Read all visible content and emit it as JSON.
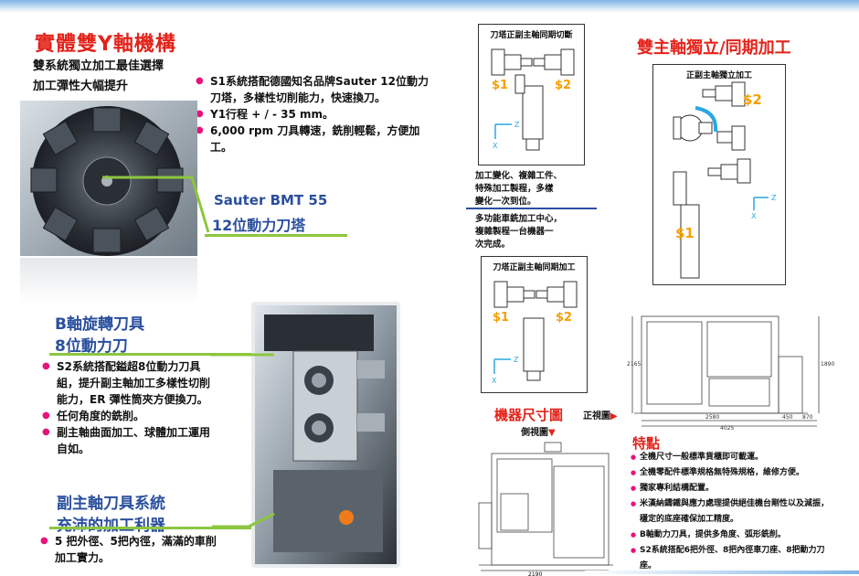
{
  "left": {
    "title": "實體雙Y軸機構",
    "subtitle_lines": [
      "雙系統獨立加工最佳選擇",
      "加工彈性大幅提升"
    ],
    "bullets": [
      "S1系統搭配德國知名品牌Sauter 12位動力刀塔，多樣性切削能力，快速換刀。",
      "Y1行程 + / - 35 mm。",
      "6,000 rpm 刀具轉速，銑削輕鬆，方便加工。"
    ],
    "turret_caption_line1": "Sauter BMT 55",
    "turret_caption_line2": "12位動力刀塔",
    "b_axis_title_line1": "B軸旋轉刀具",
    "b_axis_title_line2": "8位動力刀",
    "b_axis_bullets": [
      "S2系統搭配鎰超8位動力刀具組，提升副主軸加工多樣性切削能力，ER 彈性筒夾方便換刀。",
      "任何角度的銑削。",
      "副主軸曲面加工、球體加工運用自如。"
    ],
    "sub_spindle_title_line1": "副主軸刀具系統",
    "sub_spindle_title_line2": "充沛的加工利器",
    "sub_spindle_bullets": [
      "5 把外徑、5把內徑，滿滿的車削加工實力。"
    ]
  },
  "middle": {
    "box1_caption": "刀塔正副主軸同期切斷",
    "box2_caption": "刀塔正副主軸同期加工",
    "s1": "$1",
    "s2": "$2",
    "axis_z": "Z",
    "axis_x": "X",
    "text1": [
      "加工變化、複雜工件、",
      "特殊加工製程，多樣",
      "變化一次到位。"
    ],
    "text2": [
      "多功能車銑加工中心，",
      "複雜製程一台機器一",
      "次完成。"
    ],
    "dimension_title": "機器尺寸圖",
    "side_view": "側視圖",
    "front_view": "正視圖",
    "side_dim": "2190"
  },
  "right": {
    "title": "雙主軸獨立/同期加工",
    "box_caption": "正副主軸獨立加工",
    "front_dims": [
      "2580",
      "450",
      "870",
      "4025",
      "2165",
      "1890"
    ],
    "features_title": "特點",
    "features": [
      "全機尺寸一般標準貨櫃即可載運。",
      "全機零配件標準規格無特殊規格，維修方便。",
      "獨家專利結構配置。",
      "米漢納鑄鐵與應力處理提供絕佳機台剛性以及減振，穩定的底座確保加工精度。",
      "B軸動力刀具，提供多角度、弧形銑削。",
      "S2系統搭配6把外徑、8把內徑車刀座、8把動力刀座。"
    ]
  },
  "colors": {
    "red": "#e2231a",
    "blue": "#2a4f9e",
    "green": "#8dc63f",
    "pink": "#e6137d",
    "orange": "#f5a000"
  }
}
